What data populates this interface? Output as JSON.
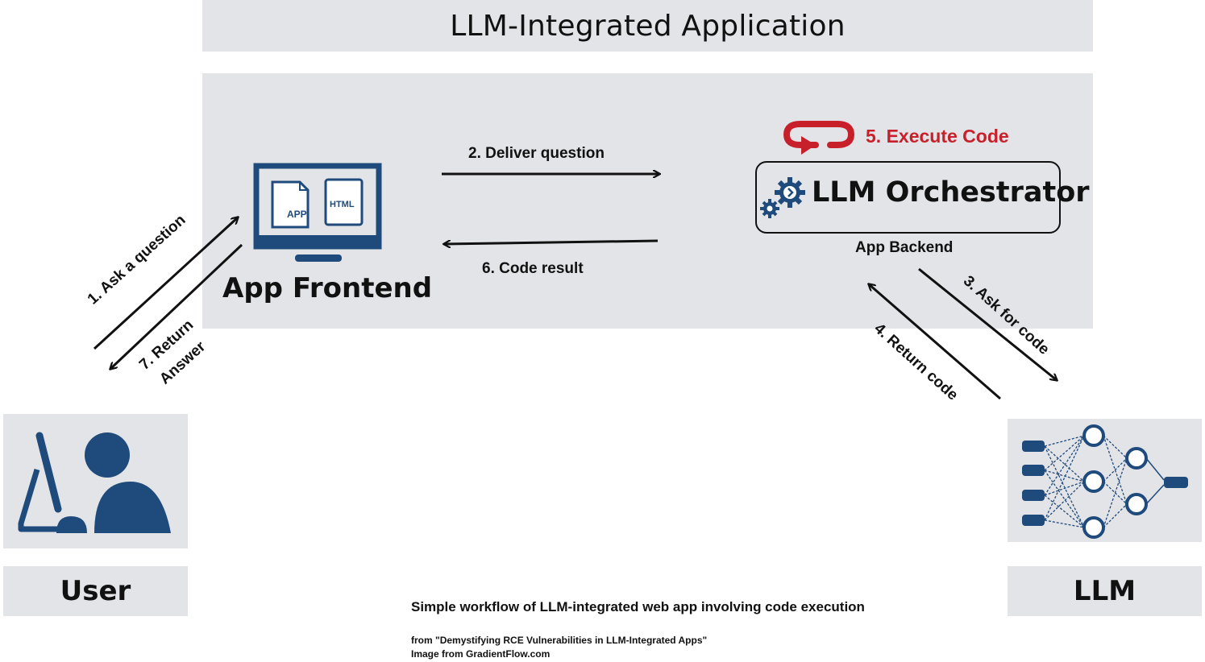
{
  "title": "LLM-Integrated Application",
  "frontend": {
    "label": "App Frontend",
    "app_icon_label": "APP",
    "html_icon_label": "HTML"
  },
  "backend": {
    "orchestrator_label": "LLM Orchestrator",
    "backend_label": "App Backend"
  },
  "steps": {
    "s1": "1. Ask a question",
    "s2": "2. Deliver question",
    "s3": "3. Ask for code",
    "s4": "4. Return code",
    "s5": "5. Execute Code",
    "s6": "6. Code result",
    "s7_line1": "7. Return",
    "s7_line2": "Answer"
  },
  "actors": {
    "user": "User",
    "llm": "LLM"
  },
  "caption": {
    "main": "Simple workflow of LLM-integrated web app involving code execution",
    "source": "from \"Demystifying RCE Vulnerabilities in LLM-Integrated Apps\"",
    "credit": "Image from GradientFlow.com"
  },
  "colors": {
    "panel": "#e3e4e8",
    "icon_blue": "#1f4a7c",
    "execute_red": "#c8202a",
    "text": "#111111"
  },
  "icons": [
    "monitor-icon",
    "gears-icon",
    "loop-arrow-icon",
    "user-at-computer-icon",
    "neural-network-icon"
  ]
}
